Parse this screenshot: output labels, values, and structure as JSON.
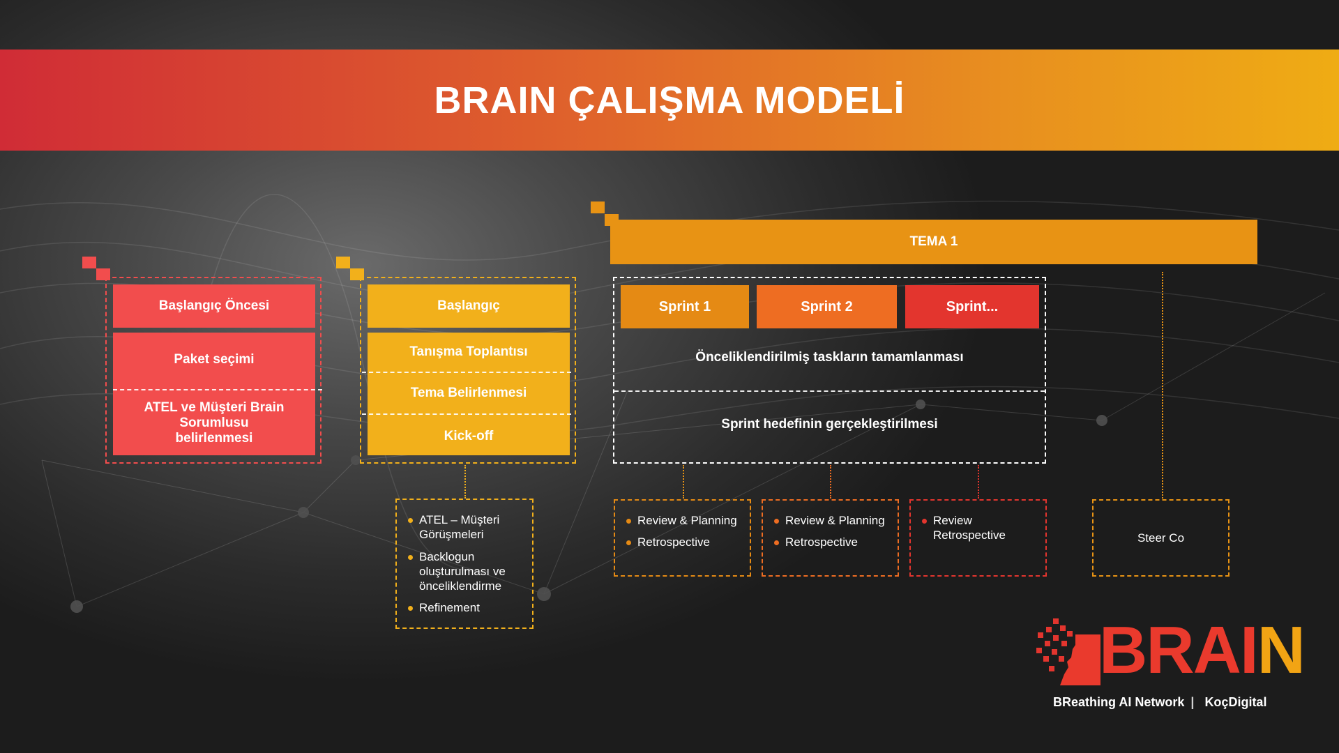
{
  "title": "BRAIN ÇALIŞMA MODELİ",
  "columns": {
    "pre": {
      "header": "Başlangıç Öncesi",
      "items": [
        "Paket seçimi",
        "ATEL ve Müşteri Brain Sorumlusu belirlenmesi"
      ]
    },
    "start": {
      "header": "Başlangıç",
      "items": [
        "Tanışma Toplantısı",
        "Tema Belirlenmesi",
        "Kick-off"
      ],
      "notes": [
        "ATEL – Müşteri Görüşmeleri",
        "Backlogun oluşturulması ve önceliklendirme",
        "Refinement"
      ]
    },
    "theme": {
      "label": "TEMA 1",
      "sprints": [
        "Sprint 1",
        "Sprint 2",
        "Sprint..."
      ],
      "row1": "Önceliklendirilmiş taskların tamamlanması",
      "row2": "Sprint hedefinin gerçekleştirilmesi",
      "boxes": [
        [
          "Review & Planning",
          "Retrospective"
        ],
        [
          "Review & Planning",
          "Retrospective"
        ],
        [
          "Review Retrospective"
        ]
      ],
      "steerco": "Steer Co"
    }
  },
  "logo": {
    "word_main": "BRAI",
    "word_end": "N",
    "tagline": "BReathing AI Network",
    "partner": "KoçDigital"
  },
  "colors": {
    "red": "#f24d4d",
    "yellow": "#f2b01b",
    "orange": "#e89314",
    "sprint1": "#e58a14",
    "sprint2": "#ee6d22",
    "sprint3": "#e3352e"
  }
}
